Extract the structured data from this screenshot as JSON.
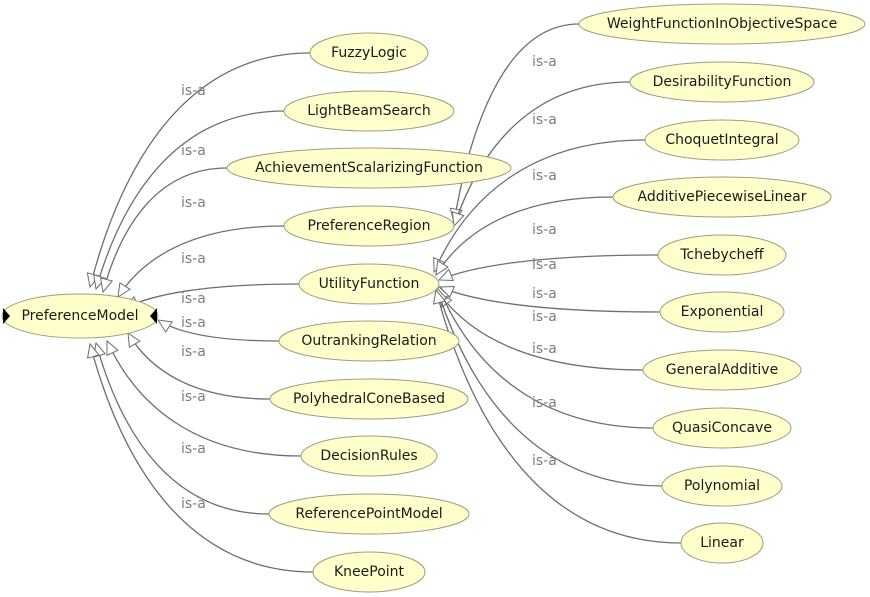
{
  "root": "PreferenceModel",
  "nodes": [
    {
      "id": "PreferenceModel",
      "label": "PreferenceModel"
    },
    {
      "id": "FuzzyLogic",
      "label": "FuzzyLogic"
    },
    {
      "id": "LightBeamSearch",
      "label": "LightBeamSearch"
    },
    {
      "id": "AchievementScalarizingFunction",
      "label": "AchievementScalarizingFunction"
    },
    {
      "id": "PreferenceRegion",
      "label": "PreferenceRegion"
    },
    {
      "id": "UtilityFunction",
      "label": "UtilityFunction"
    },
    {
      "id": "OutrankingRelation",
      "label": "OutrankingRelation"
    },
    {
      "id": "PolyhedralConeBased",
      "label": "PolyhedralConeBased"
    },
    {
      "id": "DecisionRules",
      "label": "DecisionRules"
    },
    {
      "id": "ReferencePointModel",
      "label": "ReferencePointModel"
    },
    {
      "id": "KneePoint",
      "label": "KneePoint"
    },
    {
      "id": "WeightFunctionInObjectiveSpace",
      "label": "WeightFunctionInObjectiveSpace"
    },
    {
      "id": "DesirabilityFunction",
      "label": "DesirabilityFunction"
    },
    {
      "id": "ChoquetIntegral",
      "label": "ChoquetIntegral"
    },
    {
      "id": "AdditivePiecewiseLinear",
      "label": "AdditivePiecewiseLinear"
    },
    {
      "id": "Tchebycheff",
      "label": "Tchebycheff"
    },
    {
      "id": "Exponential",
      "label": "Exponential"
    },
    {
      "id": "GeneralAdditive",
      "label": "GeneralAdditive"
    },
    {
      "id": "QuasiConcave",
      "label": "QuasiConcave"
    },
    {
      "id": "Polynomial",
      "label": "Polynomial"
    },
    {
      "id": "Linear",
      "label": "Linear"
    }
  ],
  "edges": [
    {
      "from": "FuzzyLogic",
      "to": "PreferenceModel",
      "label": "is-a"
    },
    {
      "from": "LightBeamSearch",
      "to": "PreferenceModel",
      "label": "is-a"
    },
    {
      "from": "AchievementScalarizingFunction",
      "to": "PreferenceModel",
      "label": "is-a"
    },
    {
      "from": "PreferenceRegion",
      "to": "PreferenceModel",
      "label": "is-a"
    },
    {
      "from": "UtilityFunction",
      "to": "PreferenceModel",
      "label": "is-a"
    },
    {
      "from": "OutrankingRelation",
      "to": "PreferenceModel",
      "label": "is-a"
    },
    {
      "from": "PolyhedralConeBased",
      "to": "PreferenceModel",
      "label": "is-a"
    },
    {
      "from": "DecisionRules",
      "to": "PreferenceModel",
      "label": "is-a"
    },
    {
      "from": "ReferencePointModel",
      "to": "PreferenceModel",
      "label": "is-a"
    },
    {
      "from": "KneePoint",
      "to": "PreferenceModel",
      "label": "is-a"
    },
    {
      "from": "WeightFunctionInObjectiveSpace",
      "to": "PreferenceRegion",
      "label": "is-a"
    },
    {
      "from": "DesirabilityFunction",
      "to": "PreferenceRegion",
      "label": "is-a"
    },
    {
      "from": "ChoquetIntegral",
      "to": "UtilityFunction",
      "label": "is-a"
    },
    {
      "from": "AdditivePiecewiseLinear",
      "to": "UtilityFunction",
      "label": "is-a"
    },
    {
      "from": "Tchebycheff",
      "to": "UtilityFunction",
      "label": "is-a"
    },
    {
      "from": "Exponential",
      "to": "UtilityFunction",
      "label": "is-a"
    },
    {
      "from": "GeneralAdditive",
      "to": "UtilityFunction",
      "label": "is-a"
    },
    {
      "from": "QuasiConcave",
      "to": "UtilityFunction",
      "label": "is-a"
    },
    {
      "from": "Polynomial",
      "to": "UtilityFunction",
      "label": "is-a"
    },
    {
      "from": "Linear",
      "to": "UtilityFunction",
      "label": "is-a"
    }
  ],
  "colors": {
    "node_fill": "#ffffcc",
    "node_stroke": "#9e9e7e",
    "edge": "#6e6e6e",
    "edge_label": "#7d7d7d",
    "background": "#ffffff"
  }
}
